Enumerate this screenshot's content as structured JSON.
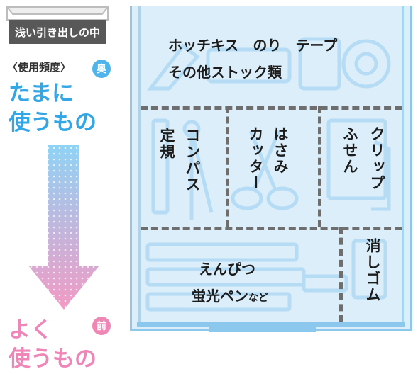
{
  "legend": {
    "drawer_label": "浅い引き出しの中",
    "frequency_label": "〈使用頻度〉",
    "back_badge": "奥",
    "front_badge": "前",
    "back_text_line1": "たまに",
    "back_text_line2": "使うもの",
    "front_text_line1": "よく",
    "front_text_line2": "使うもの"
  },
  "drawer": {
    "top_line1": "ホッチキス　のり　テープ",
    "top_line2": "その他ストック類",
    "ruler": "定規",
    "compass": "コンパス",
    "scissors": "はさみ",
    "cutter": "カッター",
    "clip": "クリップ",
    "sticky": "ふせん",
    "pencil": "えんぴつ",
    "marker": "蛍光ペン",
    "marker_suffix": "など",
    "eraser": "消しゴム"
  },
  "colors": {
    "back_blue": "#4eb4ea",
    "front_pink": "#ef87b4",
    "drawer_fill": "#dbeefa",
    "drawer_edge": "#8cc8ee",
    "divider": "#6e6e6e"
  }
}
